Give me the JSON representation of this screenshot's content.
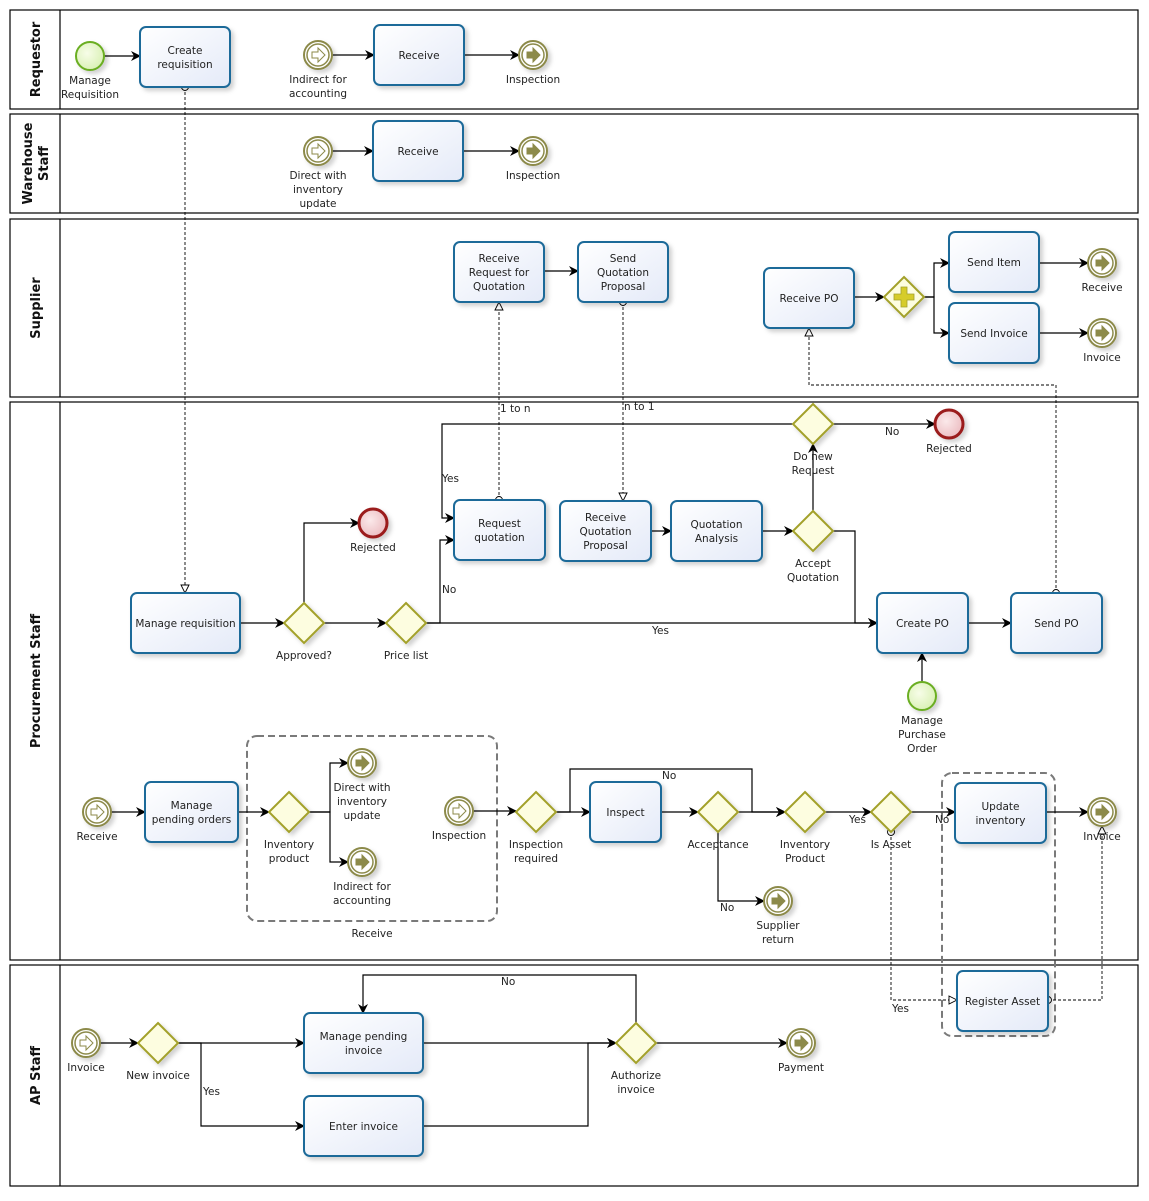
{
  "diagram": {
    "type": "BPMN collaboration",
    "lanes": [
      {
        "id": "requestor",
        "label": "Requestor"
      },
      {
        "id": "warehouse",
        "label_lines": [
          "Warehouse",
          "Staff"
        ]
      },
      {
        "id": "supplier",
        "label": "Supplier"
      },
      {
        "id": "procurement",
        "label": "Procurement Staff"
      },
      {
        "id": "ap",
        "label": "AP Staff"
      }
    ],
    "colors": {
      "task_stroke": "#1f6b99",
      "task_fill": "#eef2fb",
      "gateway_stroke": "#a3a12a",
      "gateway_fill": "#fdfde0",
      "start_stroke": "#6aae20",
      "start_fill": "#e8f7c8",
      "end_stroke": "#9b1b1b",
      "end_fill": "#f4cfd2",
      "message_event": "#8c8a4a",
      "group_stroke": "#7a7a7a"
    },
    "tasks": {
      "create_requisition": [
        "Create",
        "requisition"
      ],
      "req_receive": [
        "Receive"
      ],
      "wh_receive": [
        "Receive"
      ],
      "receive_rfq": [
        "Receive",
        "Request for",
        "Quotation"
      ],
      "send_quotation": [
        "Send",
        "Quotation",
        "Proposal"
      ],
      "receive_po": [
        "Receive PO"
      ],
      "send_item": [
        "Send Item"
      ],
      "send_invoice": [
        "Send Invoice"
      ],
      "manage_requisition": [
        "Manage requisition"
      ],
      "request_quotation": [
        "Request",
        "quotation"
      ],
      "receive_quotation": [
        "Receive",
        "Quotation",
        "Proposal"
      ],
      "quotation_analysis": [
        "Quotation",
        "Analysis"
      ],
      "create_po": [
        "Create PO"
      ],
      "send_po": [
        "Send PO"
      ],
      "manage_pending_orders": [
        "Manage",
        "pending orders"
      ],
      "inspect": [
        "Inspect"
      ],
      "update_inventory": [
        "Update",
        "inventory"
      ],
      "register_asset": [
        "Register Asset"
      ],
      "manage_pending_invoice": [
        "Manage pending",
        "invoice"
      ],
      "enter_invoice": [
        "Enter invoice"
      ]
    },
    "events": {
      "manage_requisition_start": [
        "Manage",
        "Requisition"
      ],
      "req_indirect": [
        "Indirect for",
        "accounting"
      ],
      "req_inspection": [
        "Inspection"
      ],
      "wh_direct": [
        "Direct with",
        "inventory",
        "update"
      ],
      "wh_inspection": [
        "Inspection"
      ],
      "sup_receive": [
        "Receive"
      ],
      "sup_invoice": [
        "Invoice"
      ],
      "rejected_1": [
        "Rejected"
      ],
      "rejected_2": [
        "Rejected"
      ],
      "manage_po_start": [
        "Manage",
        "Purchase",
        "Order"
      ],
      "proc_receive": [
        "Receive"
      ],
      "direct_inv": [
        "Direct with",
        "inventory",
        "update"
      ],
      "indirect_acc": [
        "Indirect for",
        "accounting"
      ],
      "proc_inspection": [
        "Inspection"
      ],
      "supplier_return": [
        "Supplier",
        "return"
      ],
      "proc_invoice": [
        "Invoice"
      ],
      "ap_invoice": [
        "Invoice"
      ],
      "payment": [
        "Payment"
      ]
    },
    "gateways": {
      "parallel": [],
      "approved": [
        "Approved?"
      ],
      "price_list": [
        "Price list"
      ],
      "do_new_request": [
        "Do new",
        "Request"
      ],
      "accept_quotation": [
        "Accept",
        "Quotation"
      ],
      "inventory_product_1": [
        "Inventory",
        "product"
      ],
      "inspection_required": [
        "Inspection",
        "required"
      ],
      "acceptance": [
        "Acceptance"
      ],
      "inventory_product_2": [
        "Inventory",
        "Product"
      ],
      "is_asset": [
        "Is Asset"
      ],
      "new_invoice": [
        "New invoice"
      ],
      "authorize_invoice": [
        "Authorize",
        "invoice"
      ]
    },
    "flow_labels": {
      "one_to_n": "1 to n",
      "n_to_one": "n to 1",
      "yes_new_request": "Yes",
      "no_new_request": "No",
      "no_price_list": "No",
      "yes_price_list": "Yes",
      "no_inspection": "No",
      "no_acceptance": "No",
      "yes_inventory": "Yes",
      "no_asset": "No",
      "yes_asset": "Yes",
      "no_authorize": "No",
      "yes_new_invoice": "Yes"
    },
    "group_label": "Receive"
  }
}
